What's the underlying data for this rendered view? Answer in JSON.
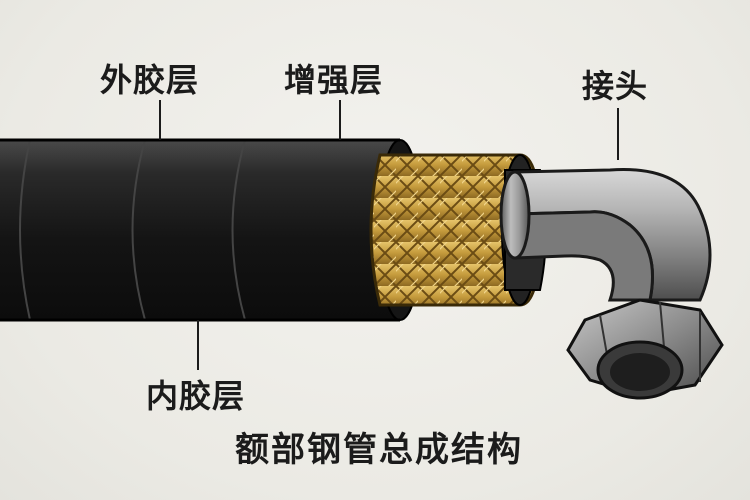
{
  "labels": {
    "outer_layer": "外胶层",
    "reinforcement_layer": "增强层",
    "fitting": "接头",
    "inner_layer": "内胶层"
  },
  "title": "额部钢管总成结构",
  "colors": {
    "background": "#eeede8",
    "outer_rubber": "#1c1c1c",
    "braid": "#c9a043",
    "inner_tube": "#2a2a2a",
    "fitting_steel": "#9a9a9a",
    "text": "#1b1b1b"
  }
}
